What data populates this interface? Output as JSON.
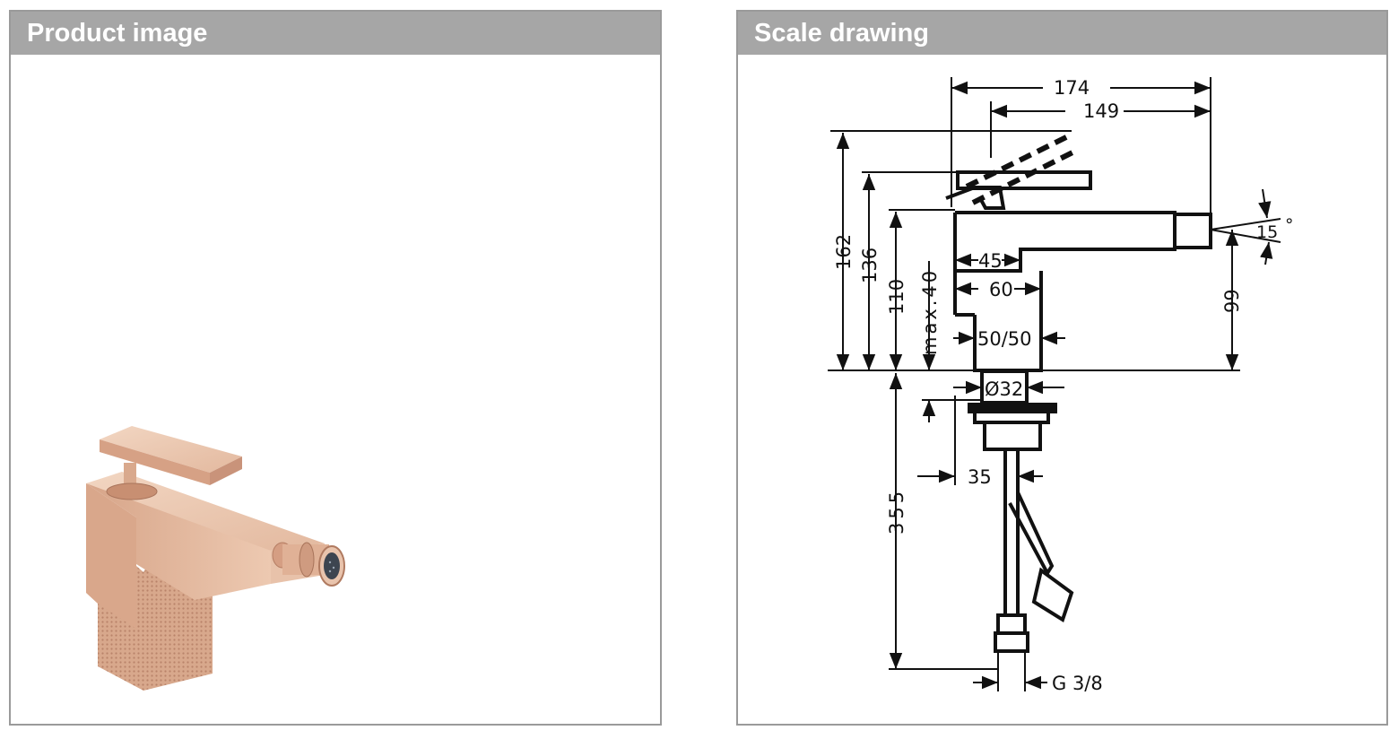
{
  "product_panel": {
    "title": "Product image",
    "image_icon": "bidet-mixer-photo",
    "finish_color": "#d9a88a"
  },
  "drawing_panel": {
    "title": "Scale drawing",
    "dimensions": {
      "overall_length": "174",
      "spout_length": "149",
      "total_height": "162",
      "lever_height": "136",
      "spout_height": "110",
      "max_deck": "max.40",
      "spout_inner": "45",
      "spout_outer": "60",
      "body_width": "50/50",
      "hole_dia": "Ø32",
      "outlet_height": "99",
      "angle": "15",
      "angle_unit": "°",
      "hose_offset": "35",
      "hose_length": "355",
      "thread": "G 3/8"
    }
  }
}
